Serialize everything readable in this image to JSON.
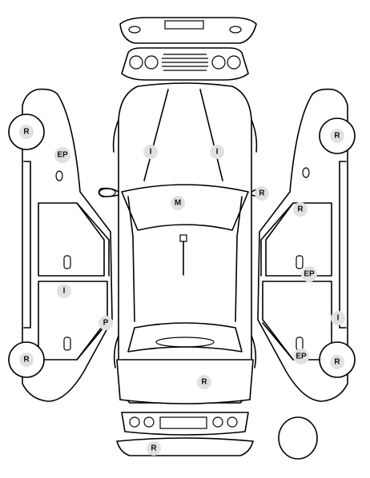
{
  "colors": {
    "line": "#000000",
    "background": "#ffffff",
    "marker_fill": "#e1e1e1",
    "marker_text": "#111111"
  },
  "markers": [
    {
      "code": "R",
      "view": "left-side",
      "part": "front-wheel"
    },
    {
      "code": "EP",
      "view": "left-side",
      "part": "front-fender"
    },
    {
      "code": "I",
      "view": "left-side",
      "part": "rear-door"
    },
    {
      "code": "P",
      "view": "left-side",
      "part": "rear-door-lower"
    },
    {
      "code": "R",
      "view": "left-side",
      "part": "rear-wheel"
    },
    {
      "code": "I",
      "view": "top",
      "part": "hood-left"
    },
    {
      "code": "I",
      "view": "top",
      "part": "hood-right"
    },
    {
      "code": "M",
      "view": "top",
      "part": "windshield"
    },
    {
      "code": "R",
      "view": "top",
      "part": "right-mirror"
    },
    {
      "code": "R",
      "view": "top",
      "part": "trunk"
    },
    {
      "code": "R",
      "view": "rear",
      "part": "rear-bumper"
    },
    {
      "code": "R",
      "view": "right-side",
      "part": "front-wheel"
    },
    {
      "code": "R",
      "view": "right-side",
      "part": "front-door"
    },
    {
      "code": "EP",
      "view": "right-side",
      "part": "rear-door"
    },
    {
      "code": "I",
      "view": "right-side",
      "part": "rear-pillar"
    },
    {
      "code": "EP",
      "view": "right-side",
      "part": "rear-fender"
    },
    {
      "code": "R",
      "view": "right-side",
      "part": "rear-wheel"
    }
  ]
}
